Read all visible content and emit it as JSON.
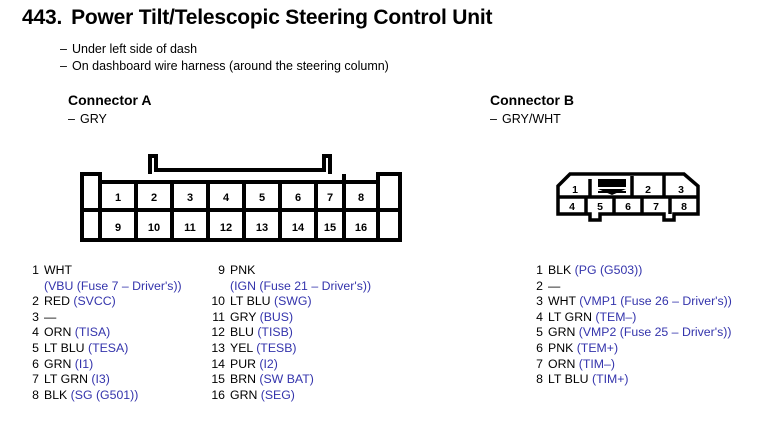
{
  "heading": {
    "number": "443.",
    "title": "Power Tilt/Telescopic Steering Control Unit"
  },
  "locations": [
    "Under left side of dash",
    "On dashboard wire harness (around the steering column)"
  ],
  "colors": {
    "signal_blue": "#3434ac",
    "text_black": "#000000",
    "background": "#ffffff"
  },
  "connector_a": {
    "title": "Connector A",
    "color_code": "GRY",
    "pin_count": 16,
    "top_row": [
      "1",
      "2",
      "3",
      "4",
      "5",
      "6",
      "7",
      "8"
    ],
    "bottom_row": [
      "9",
      "10",
      "11",
      "12",
      "13",
      "14",
      "15",
      "16"
    ],
    "pins_left": [
      {
        "num": "1",
        "color": "WHT",
        "signal": "(VBU (Fuse 7 – Driver's))",
        "wrap": true
      },
      {
        "num": "2",
        "color": "RED",
        "signal": "(SVCC)",
        "wrap": false
      },
      {
        "num": "3",
        "color": "—",
        "signal": "",
        "wrap": false
      },
      {
        "num": "4",
        "color": "ORN",
        "signal": "(TISA)",
        "wrap": false
      },
      {
        "num": "5",
        "color": "LT BLU",
        "signal": "(TESA)",
        "wrap": false
      },
      {
        "num": "6",
        "color": "GRN",
        "signal": "(I1)",
        "wrap": false
      },
      {
        "num": "7",
        "color": "LT GRN",
        "signal": "(I3)",
        "wrap": false
      },
      {
        "num": "8",
        "color": "BLK",
        "signal": "(SG (G501))",
        "wrap": false
      }
    ],
    "pins_right": [
      {
        "num": "9",
        "color": "PNK",
        "signal": "(IGN (Fuse 21 – Driver's))",
        "wrap": true
      },
      {
        "num": "10",
        "color": "LT BLU",
        "signal": "(SWG)",
        "wrap": false
      },
      {
        "num": "11",
        "color": "GRY",
        "signal": "(BUS)",
        "wrap": false
      },
      {
        "num": "12",
        "color": "BLU",
        "signal": "(TISB)",
        "wrap": false
      },
      {
        "num": "13",
        "color": "YEL",
        "signal": "(TESB)",
        "wrap": false
      },
      {
        "num": "14",
        "color": "PUR",
        "signal": "(I2)",
        "wrap": false
      },
      {
        "num": "15",
        "color": "BRN",
        "signal": "(SW BAT)",
        "wrap": false
      },
      {
        "num": "16",
        "color": "GRN",
        "signal": "(SEG)",
        "wrap": false
      }
    ]
  },
  "connector_b": {
    "title": "Connector B",
    "color_code": "GRY/WHT",
    "pin_count": 8,
    "top_row": [
      "1",
      "",
      "2",
      "3"
    ],
    "bottom_row": [
      "4",
      "5",
      "6",
      "7",
      "8"
    ],
    "pins": [
      {
        "num": "1",
        "color": "BLK",
        "signal": "(PG (G503))",
        "wrap": false
      },
      {
        "num": "2",
        "color": "—",
        "signal": "",
        "wrap": false
      },
      {
        "num": "3",
        "color": "WHT",
        "signal": "(VMP1 (Fuse 26 – Driver's))",
        "wrap": false
      },
      {
        "num": "4",
        "color": "LT GRN",
        "signal": "(TEM–)",
        "wrap": false
      },
      {
        "num": "5",
        "color": "GRN",
        "signal": "(VMP2 (Fuse 25 – Driver's))",
        "wrap": false
      },
      {
        "num": "6",
        "color": "PNK",
        "signal": "(TEM+)",
        "wrap": false
      },
      {
        "num": "7",
        "color": "ORN",
        "signal": "(TIM–)",
        "wrap": false
      },
      {
        "num": "8",
        "color": "LT BLU",
        "signal": "(TIM+)",
        "wrap": false
      }
    ]
  }
}
